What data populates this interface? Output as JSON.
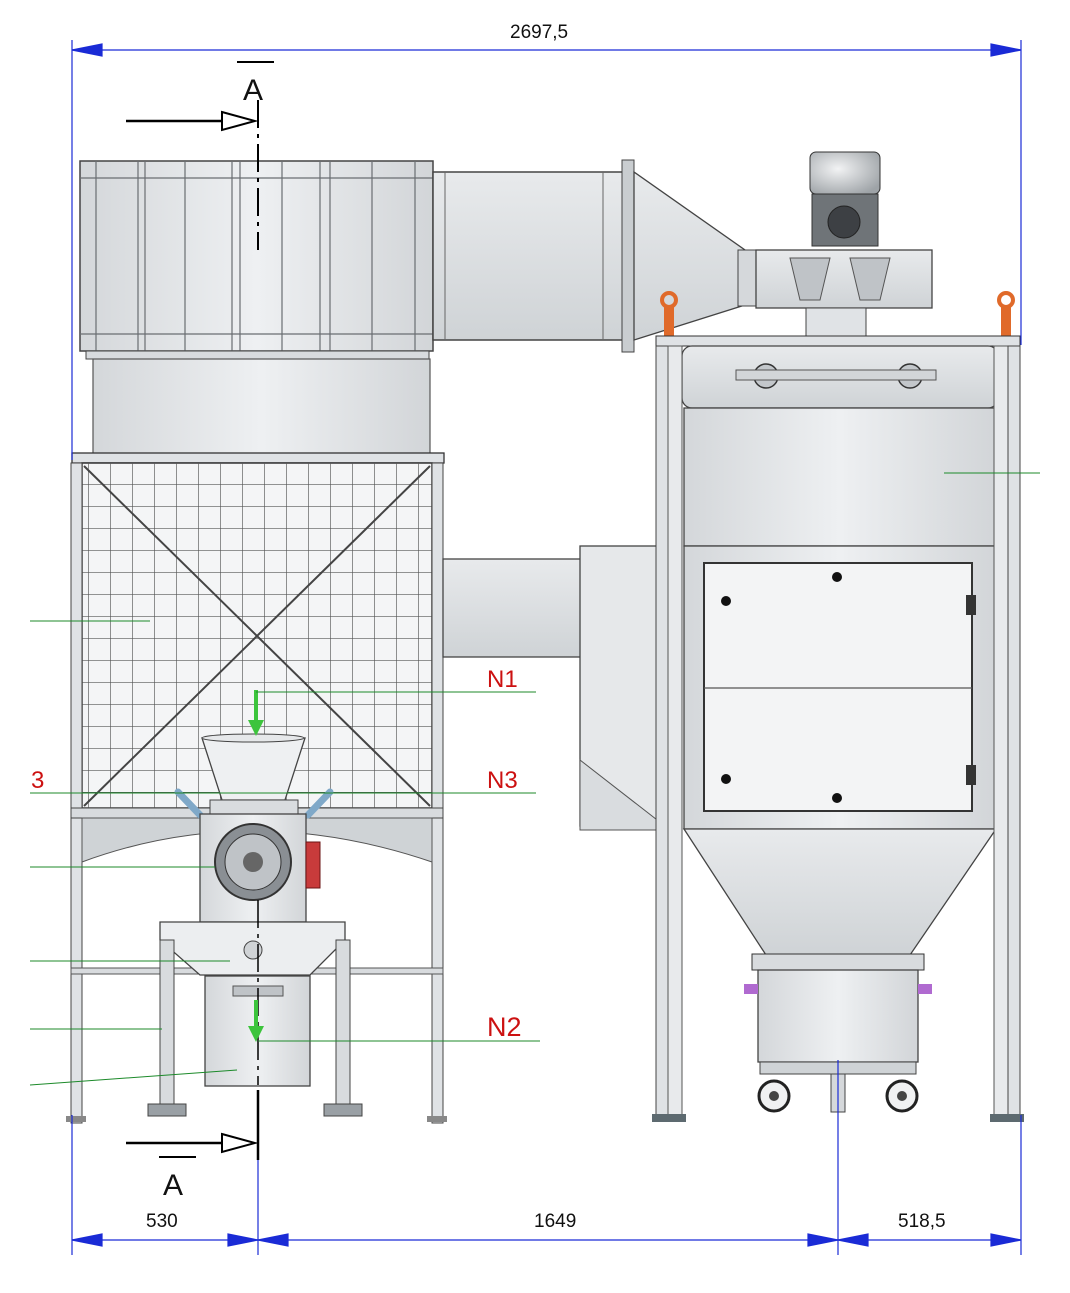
{
  "dimensions": {
    "overall_width": "2697,5",
    "left_segment": "530",
    "middle_segment": "1649",
    "right_segment": "518,5"
  },
  "section_marker": {
    "label": "A"
  },
  "nozzle_labels": {
    "n1": "N1",
    "n2": "N2",
    "n3": "N3",
    "side_3": "3"
  },
  "colors": {
    "dimension_line": "#1a2bd6",
    "leader_line": "#1c8a2a",
    "nozzle_label": "#cc1111",
    "flow_arrow": "#3cc43c",
    "steel_fill": "#e4e6e8",
    "outline": "#444444"
  },
  "icons": [
    "flow-arrow-icon",
    "section-arrow-icon",
    "lifting-eye-icon",
    "caster-wheel-icon",
    "door-clamp-icon"
  ]
}
